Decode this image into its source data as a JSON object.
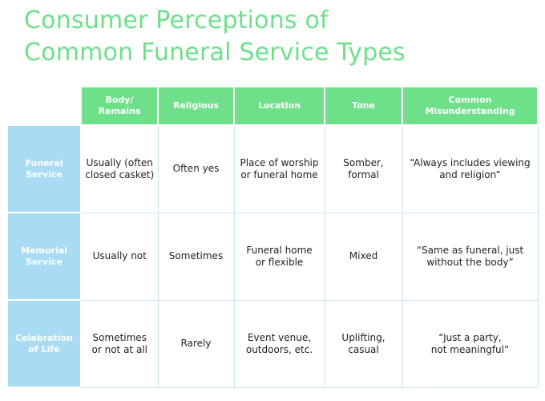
{
  "title": {
    "line1": "Consumer Perceptions of",
    "line2": "Common Funeral Service Types"
  },
  "colors": {
    "header_green": "#6ee08a",
    "row_header_blue": "#a9dcf2",
    "grid_line": "#c9e4f3"
  },
  "table": {
    "columns": [
      "Body/\nRemains",
      "Religious",
      "Location",
      "Tone",
      "Common\nMisunderstanding"
    ],
    "rows": [
      {
        "label": "Funeral\nService",
        "cells": [
          "Usually (often\nclosed casket)",
          "Often yes",
          "Place of worship\nor funeral home",
          "Somber, formal",
          "“Always includes viewing\nand religion”"
        ]
      },
      {
        "label": "Memorial\nService",
        "cells": [
          "Usually not",
          "Sometimes",
          "Funeral home\nor flexible",
          "Mixed",
          "“Same as funeral, just\nwithout the body”"
        ]
      },
      {
        "label": "Celebration\nof Life",
        "cells": [
          "Sometimes\nor not at all",
          "Rarely",
          "Event venue,\noutdoors, etc.",
          "Uplifting,\ncasual",
          "“Just a party,\nnot meaningful”"
        ]
      }
    ]
  }
}
